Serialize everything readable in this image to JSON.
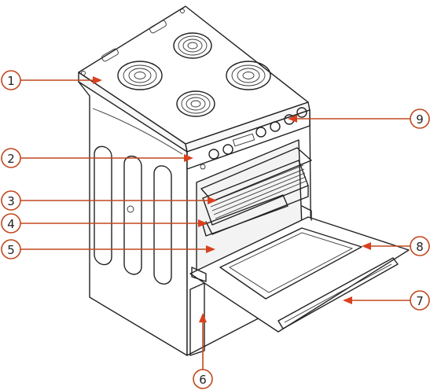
{
  "figure": {
    "subject": "freestanding electric cooker with four coil hotplates, control panel and oven with open door",
    "colors": {
      "line": "#222222",
      "callout": "#c0481e",
      "arrowhead": "#d9411e",
      "body_fill": "#ffffff",
      "shade": "#eeeeee"
    }
  },
  "callouts": [
    {
      "id": "1",
      "label": "1"
    },
    {
      "id": "2",
      "label": "2"
    },
    {
      "id": "3",
      "label": "3"
    },
    {
      "id": "4",
      "label": "4"
    },
    {
      "id": "5",
      "label": "5"
    },
    {
      "id": "6",
      "label": "6"
    },
    {
      "id": "7",
      "label": "7"
    },
    {
      "id": "8",
      "label": "8"
    },
    {
      "id": "9",
      "label": "9"
    }
  ]
}
